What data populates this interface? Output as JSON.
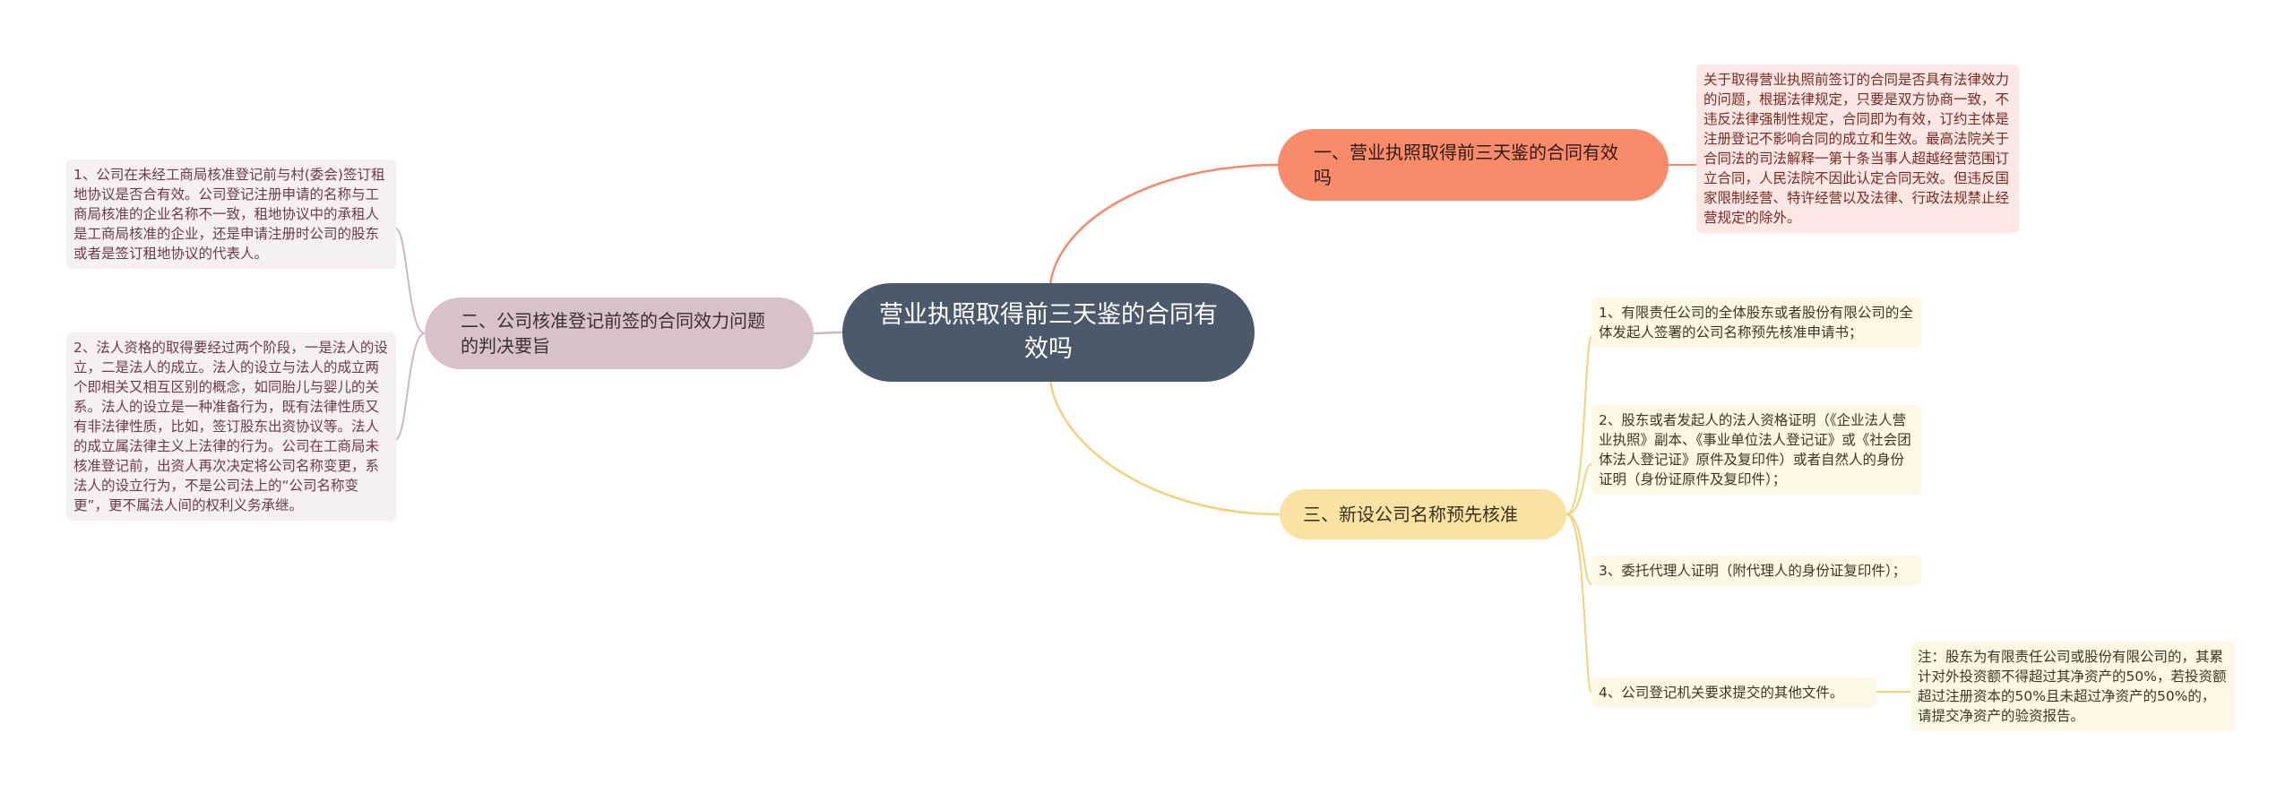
{
  "center": {
    "title": "营业执照取得前三天鉴的合同有效吗"
  },
  "branches": {
    "b1": {
      "label": "一、营业执照取得前三天鉴的合同有效吗",
      "leaves": [
        "关于取得营业执照前签订的合同是否具有法律效力的问题，根据法律规定，只要是双方协商一致，不违反法律强制性规定，合同即为有效，订约主体是注册登记不影响合同的成立和生效。最高法院关于合同法的司法解释一第十条当事人超越经营范围订立合同，人民法院不因此认定合同无效。但违反国家限制经营、特许经营以及法律、行政法规禁止经营规定的除外。"
      ]
    },
    "b2": {
      "label": "二、公司核准登记前签的合同效力问题的判决要旨",
      "leaves": [
        "1、公司在未经工商局核准登记前与村(委会)签订租地协议是否合有效。公司登记注册申请的名称与工商局核准的企业名称不一致，租地协议中的承租人是工商局核准的企业，还是申请注册时公司的股东或者是签订租地协议的代表人。",
        "2、法人资格的取得要经过两个阶段，一是法人的设立，二是法人的成立。法人的设立与法人的成立两个即相关又相互区别的概念，如同胎儿与婴儿的关系。法人的设立是一种准备行为，既有法律性质又有非法律性质，比如，签订股东出资协议等。法人的成立属法律主义上法律的行为。公司在工商局未核准登记前，出资人再次决定将公司名称变更，系法人的设立行为，不是公司法上的“公司名称变更”，更不属法人间的权利义务承继。"
      ]
    },
    "b3": {
      "label": "三、新设公司名称预先核准",
      "leaves": [
        "1、有限责任公司的全体股东或者股份有限公司的全体发起人签署的公司名称预先核准申请书；",
        "2、股东或者发起人的法人资格证明（《企业法人营业执照》副本、《事业单位法人登记证》或《社会团体法人登记证》原件及复印件）或者自然人的身份证明（身份证原件及复印件）；",
        "3、委托代理人证明（附代理人的身份证复印件）；",
        "4、公司登记机关要求提交的其他文件。"
      ],
      "note": "注：股东为有限责任公司或股份有限公司的，其累计对外投资额不得超过其净资产的50%，若投资额超过注册资本的50%且未超过净资产的50%的，请提交净资产的验资报告。"
    }
  },
  "colors": {
    "center": "#4a5a6b",
    "branch1": "#f98b6a",
    "branch2": "#d7c2cb",
    "branch3": "#fae3a2",
    "line1": "#f28a6b",
    "line2": "#cdb7c1",
    "line3": "#f3d27a"
  }
}
